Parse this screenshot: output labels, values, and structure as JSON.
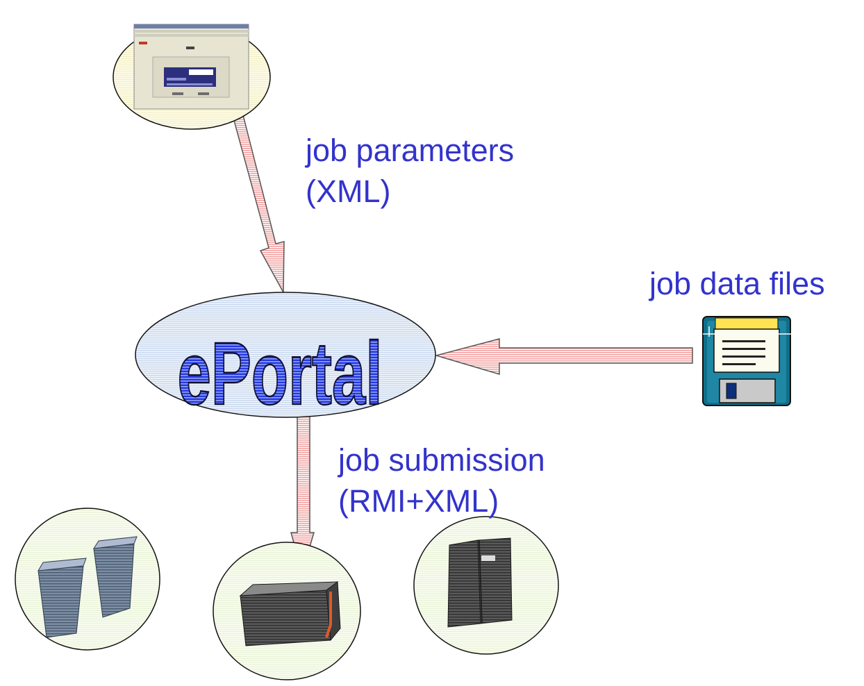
{
  "colors": {
    "label": "#3333cc",
    "arrow_fill": "#f5b8b8",
    "arrow_stroke": "#555555",
    "bubble_yellow": "#fbf9dc",
    "bubble_green": "#f5faea",
    "portal_ellipse": "#dde7f3",
    "portal_text": "#2e3fd6"
  },
  "portal": {
    "name": "ePortal"
  },
  "labels": {
    "job_parameters": {
      "line1": "job parameters",
      "line2": "(XML)"
    },
    "job_data_files": "job data files",
    "job_submission": {
      "line1": "job submission",
      "line2": "(RMI+XML)"
    }
  },
  "icons": {
    "web_form": "web-form-screenshot-icon",
    "floppy": "floppy-disk-icon",
    "tower_servers": "tower-servers-icon",
    "mainframe": "mainframe-icon",
    "rack_server": "rack-server-icon"
  }
}
